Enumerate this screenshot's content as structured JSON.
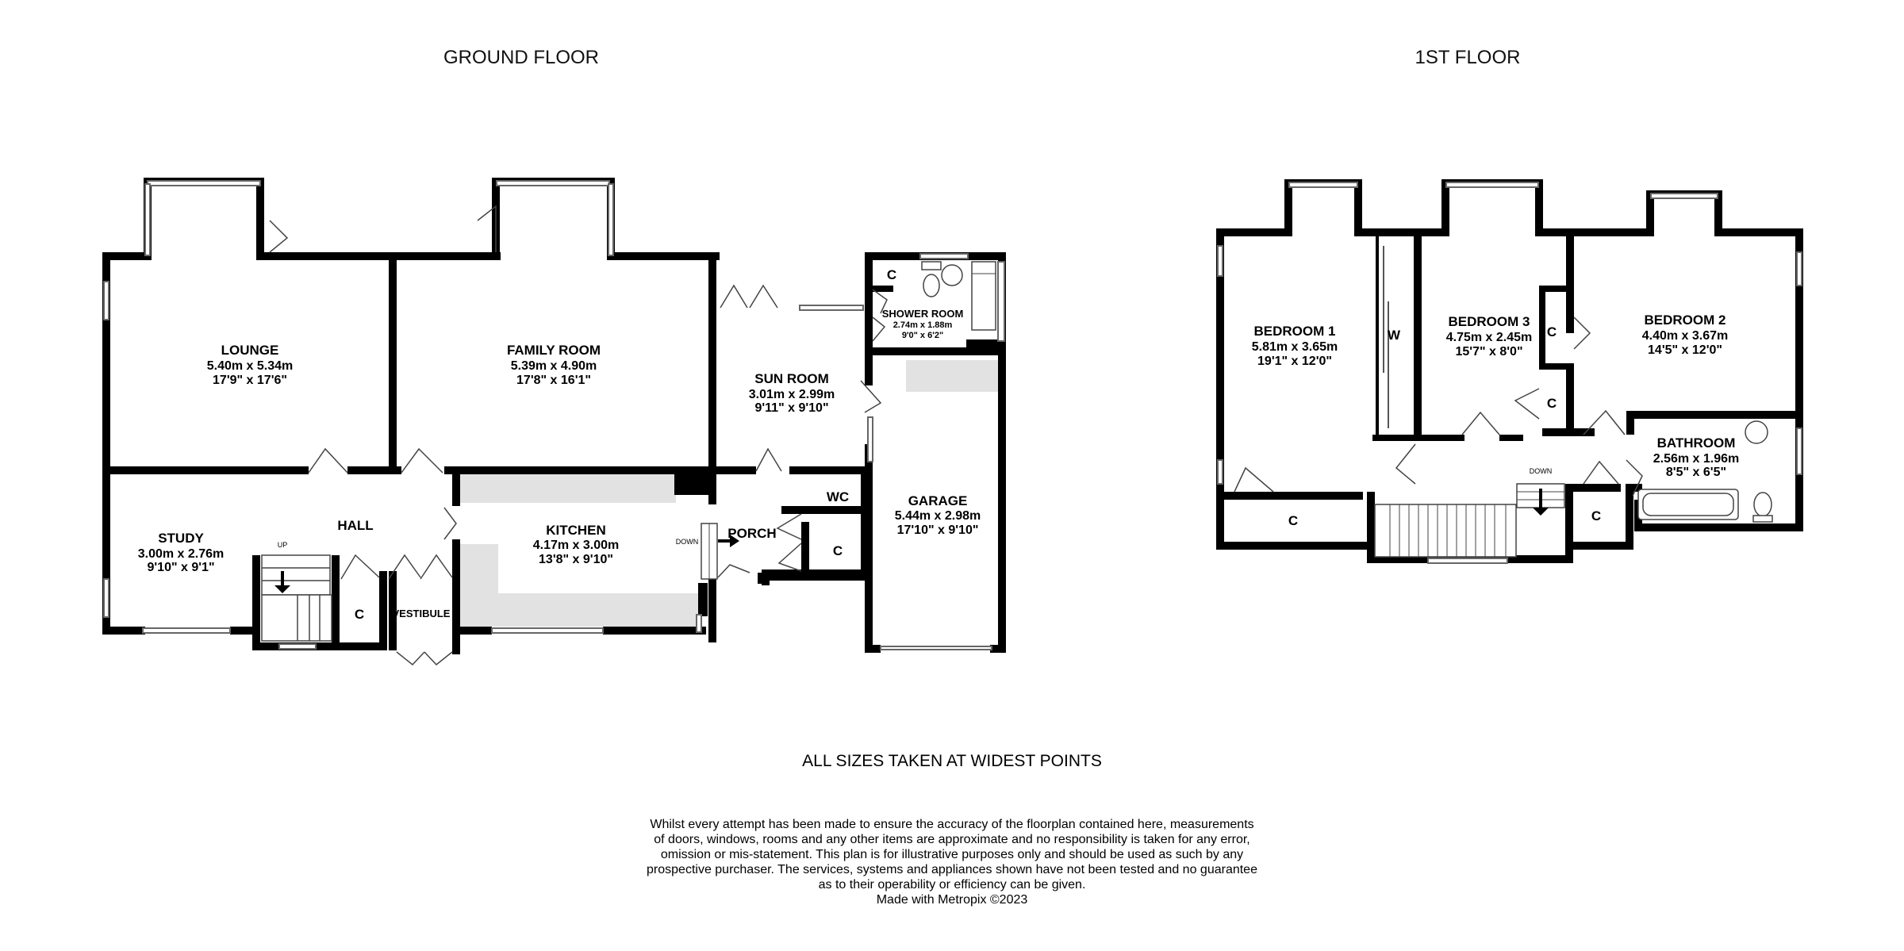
{
  "floors": {
    "ground": "GROUND FLOOR",
    "first": "1ST FLOOR"
  },
  "rooms": {
    "lounge": {
      "name": "LOUNGE",
      "metric": "5.40m  x 5.34m",
      "imperial": "17'9\"  x 17'6\""
    },
    "family_room": {
      "name": "FAMILY ROOM",
      "metric": "5.39m  x 4.90m",
      "imperial": "17'8\"  x 16'1\""
    },
    "sun_room": {
      "name": "SUN ROOM",
      "metric": "3.01m  x 2.99m",
      "imperial": "9'11\"  x 9'10\""
    },
    "shower_room": {
      "name": "SHOWER ROOM",
      "metric": "2.74m  x 1.88m",
      "imperial": "9'0\"  x 6'2\""
    },
    "study": {
      "name": "STUDY",
      "metric": "3.00m  x 2.76m",
      "imperial": "9'10\"  x 9'1\""
    },
    "hall": {
      "name": "HALL"
    },
    "kitchen": {
      "name": "KITCHEN",
      "metric": "4.17m  x 3.00m",
      "imperial": "13'8\"  x 9'10\""
    },
    "porch": {
      "name": "PORCH"
    },
    "wc": {
      "name": "WC"
    },
    "garage": {
      "name": "GARAGE",
      "metric": "5.44m  x 2.98m",
      "imperial": "17'10\"  x 9'10\""
    },
    "vestibule": {
      "name": "VESTIBULE"
    },
    "bedroom1": {
      "name": "BEDROOM 1",
      "metric": "5.81m  x 3.65m",
      "imperial": "19'1\"  x 12'0\""
    },
    "bedroom3": {
      "name": "BEDROOM 3",
      "metric": "4.75m  x 2.45m",
      "imperial": "15'7\"  x 8'0\""
    },
    "bedroom2": {
      "name": "BEDROOM 2",
      "metric": "4.40m  x 3.67m",
      "imperial": "14'5\"  x 12'0\""
    },
    "bathroom": {
      "name": "BATHROOM",
      "metric": "2.56m  x 1.96m",
      "imperial": "8'5\"  x 6'5\""
    }
  },
  "labels": {
    "cupboard": "C",
    "wardrobe": "W",
    "up": "UP",
    "down": "DOWN"
  },
  "notes": {
    "sizes": "ALL SIZES TAKEN AT WIDEST POINTS",
    "disclaimer_lines": [
      "Whilst every attempt has been made to ensure the accuracy of the floorplan contained here, measurements",
      "of doors, windows, rooms and any other items are approximate and no responsibility is taken for any error,",
      "omission or mis-statement. This plan is for illustrative purposes only and should be used as such by any",
      "prospective purchaser. The services, systems and appliances shown have not been tested and no guarantee",
      "as to their operability or efficiency can be given.",
      "Made with Metropix ©2023"
    ]
  }
}
